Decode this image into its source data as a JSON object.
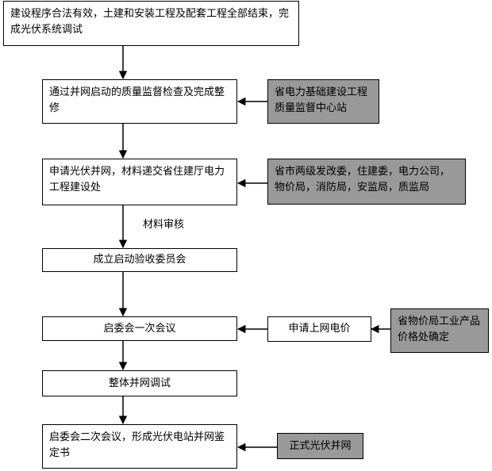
{
  "flow": {
    "step1": "建设程序合法有效，土建和安装工程及配套工程全部结束，完成光伏系统调试",
    "step2": "通过并网启动的质量监督检查及完成整修",
    "step3": "申请光伏并网，材料递交省住建厅电力工程建设处",
    "step4": "成立启动验收委员会",
    "step5": "启委会一次会议",
    "step6": "整体并网调试",
    "step7": "启委会二次会议，形成光伏电站并网鉴定书"
  },
  "edge_label": "材料审核",
  "side": {
    "quality_center": "省电力基础建设工程质量监督中心站",
    "agencies": "省市两级发改委，住建委，电力公司，物价局，消防局，安监局，质监局",
    "apply_price": "申请上网电价",
    "price_bureau": "省物价局工业产品价格处确定",
    "grid_connect": "正式光伏并网"
  },
  "colors": {
    "grey_box": "#999999",
    "line": "#000000"
  }
}
